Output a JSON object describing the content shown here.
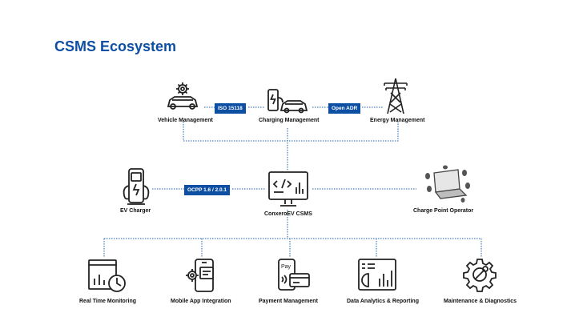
{
  "title": "CSMS Ecosystem",
  "top_row": {
    "vehicle": "Vehicle Management",
    "charging": "Charging Management",
    "energy": "Energy Management",
    "badge_iso": "ISO 15118",
    "badge_adr": "Open ADR"
  },
  "middle_row": {
    "charger": "EV Charger",
    "csms": "ConxeroEV CSMS",
    "operator": "Charge Point Operator",
    "badge_ocpp": "OCPP 1.6 / 2.0.1"
  },
  "bottom_row": [
    {
      "label": "Real Time Monitoring",
      "icon": "monitoring-clock-icon"
    },
    {
      "label": "Mobile App Integration",
      "icon": "mobile-app-icon"
    },
    {
      "label": "Payment Management",
      "icon": "payment-card-icon"
    },
    {
      "label": "Data Analytics & Reporting",
      "icon": "analytics-dashboard-icon"
    },
    {
      "label": "Maintenance & Diagnostics",
      "icon": "wrench-gear-icon"
    }
  ],
  "colors": {
    "brand": "#0d4fa3",
    "connector": "#1f5fb0",
    "icon": "#222222"
  }
}
